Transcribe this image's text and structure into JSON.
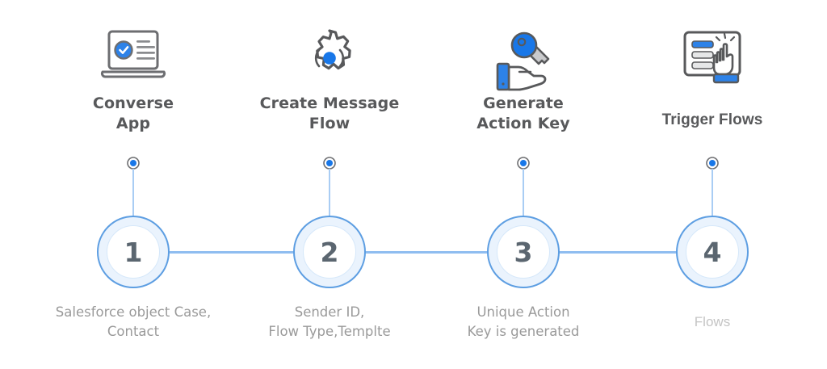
{
  "diagram": {
    "type": "horizontal-process-flow",
    "background_color": "#ffffff",
    "accent_color": "#2d82e8",
    "ring_color": "#5d9ee2",
    "connector_color": "#8fbdf0",
    "title_color": "#58595b",
    "caption_color": "#9a9a9a",
    "steps": [
      {
        "number": "1",
        "title_line1": "Converse",
        "title_line2": "App",
        "icon": "laptop-check-icon",
        "caption_line1": "Salesforce object Case,",
        "caption_line2": "Contact"
      },
      {
        "number": "2",
        "title_line1": "Create Message",
        "title_line2": "Flow",
        "icon": "gear-settings-icon",
        "caption_line1": "Sender ID,",
        "caption_line2": "Flow Type,Templte"
      },
      {
        "number": "3",
        "title_line1": "Generate",
        "title_line2": "Action Key",
        "icon": "hand-key-icon",
        "caption_line1": "Unique Action",
        "caption_line2": "Key is generated"
      },
      {
        "number": "4",
        "title_line1": "Trigger Flows",
        "title_line2": "",
        "icon": "click-screen-icon",
        "caption_line1": "Flows",
        "caption_line2": ""
      }
    ]
  }
}
